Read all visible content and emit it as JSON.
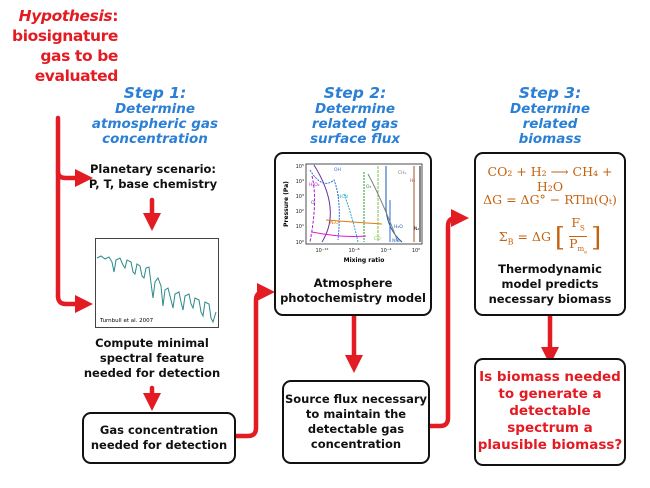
{
  "hypothesis": {
    "italic": "Hypothesis",
    "colon": ":",
    "lines": [
      "biosignature",
      "gas to be",
      "evaluated"
    ]
  },
  "steps": [
    {
      "num": "Step 1:",
      "desc": [
        "Determine",
        "atmospheric gas",
        "concentration"
      ]
    },
    {
      "num": "Step 2:",
      "desc": [
        "Determine",
        "related gas",
        "surface flux"
      ]
    },
    {
      "num": "Step 3:",
      "desc": [
        "Determine",
        "related",
        "biomass"
      ]
    }
  ],
  "col1": {
    "scenario": [
      "Planetary scenario:",
      "P, T, base chemistry"
    ],
    "spectrum_credit": "Turnbull et al. 2007",
    "compute": [
      "Compute minimal",
      "spectral feature",
      "needed for detection"
    ],
    "gas_box": [
      "Gas concentration",
      "needed for detection"
    ]
  },
  "col2": {
    "plot": {
      "ylabel": "Pressure (Pa)",
      "xlabel": "Mixing ratio",
      "xticks": [
        "10⁻¹²",
        "10⁻⁸",
        "10⁻⁴",
        "10⁰"
      ],
      "yticks": [
        "10⁵",
        "10⁴",
        "10³",
        "10²",
        "10¹",
        "10⁰"
      ],
      "species": [
        "OH",
        "H₂O₂",
        "O",
        "HCN",
        "O₃",
        "CO",
        "N₂O",
        "H₂O",
        "NH₃",
        "CH₄",
        "H₂",
        "N₂"
      ]
    },
    "model": [
      "Atmosphere",
      "photochemistry model"
    ],
    "flux_box": [
      "Source flux necessary",
      "to maintain the",
      "detectable gas",
      "concentration"
    ]
  },
  "col3": {
    "eq1": "CO₂ + H₂ ⟶ CH₄ + H₂O",
    "eq2": "ΔG = ΔG° − RTln(Qₜ)",
    "eq3_left": "Σ",
    "eq3_sub": "B",
    "eq3_mid": " = ΔG",
    "eq3_num": "F",
    "eq3_num_sub": "S",
    "eq3_den": "P",
    "eq3_den_sub": "m",
    "eq3_den_subsub": "e",
    "thermo": [
      "Thermodynamic",
      "model predicts",
      "necessary biomass"
    ],
    "question": [
      "Is biomass needed",
      "to generate a",
      "detectable",
      "spectrum a",
      "plausible biomass?"
    ]
  },
  "colors": {
    "red": "#e31b23",
    "blue": "#2b7fd4",
    "orange": "#c4620f"
  }
}
